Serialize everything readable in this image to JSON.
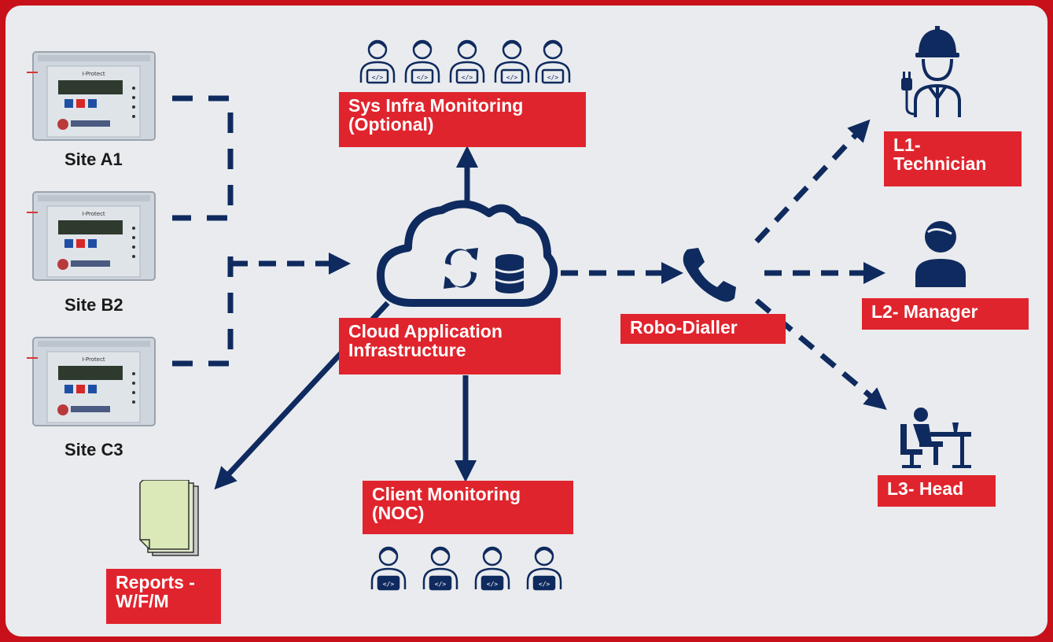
{
  "colors": {
    "frame": "#c8101a",
    "panel": "#e9ebee",
    "navy": "#0f2a5e",
    "label_bg": "#e0242d",
    "label_text": "#ffffff"
  },
  "sites": [
    {
      "label": "Site A1"
    },
    {
      "label": "Site B2"
    },
    {
      "label": "Site C3"
    }
  ],
  "device_brand": "I-Protect",
  "labels": {
    "sys_infra": "Sys Infra Monitoring\n(Optional)",
    "cloud": "Cloud Application\nInfrastructure",
    "client": "Client Monitoring\n(NOC)",
    "reports": "Reports -\nW/F/M",
    "robo": "Robo-Dialler",
    "l1": "L1-\nTechnician",
    "l2": "L2- Manager",
    "l3": "L3- Head"
  },
  "icons": {
    "cloud": "cloud-sync-database-icon",
    "phone": "phone-icon",
    "reports": "document-stack-icon",
    "technician": "technician-icon",
    "manager": "manager-icon",
    "head": "desk-worker-icon",
    "monitor_person": "developer-icon"
  }
}
